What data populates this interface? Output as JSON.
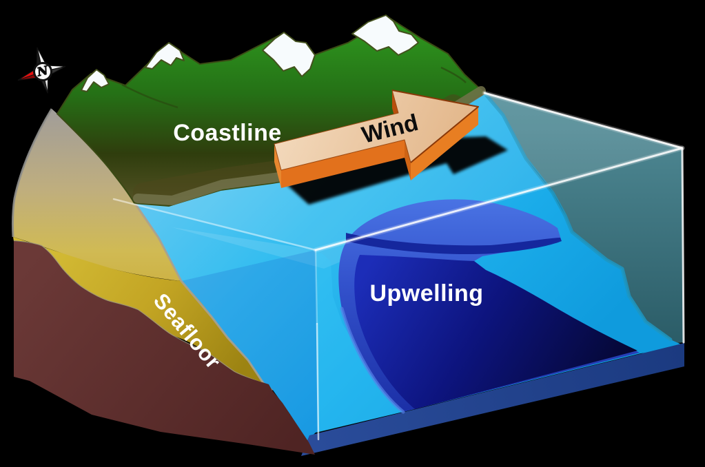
{
  "labels": {
    "coastline": "Coastline",
    "wind": "Wind",
    "upwelling": "Upwelling",
    "seafloor": "Seafloor"
  },
  "compass": {
    "north_label": "N"
  },
  "colors": {
    "background": "#000000",
    "water_surface": "#33bdf0",
    "water_deep": "#0f9bdd",
    "glass_teal_top": "#548f9a",
    "glass_teal_bottom": "#2a5b66",
    "upwelling_rim": "#3352cc",
    "upwelling_core": "#0d147e",
    "upwelling_lip": "#13249a",
    "base_slab": "#21418c",
    "wind_arrow_top": "#eccaa5",
    "wind_arrow_side": "#e2711c",
    "wind_shadow": "#000000",
    "land_green": "#2f9a1f",
    "shore_olive": "#72724a",
    "snow": "#f7fbfd",
    "cliff_gray": "#a19d99",
    "seafloor_sand": "#c3a524",
    "earth_maroon": "#5f2e2c",
    "compass_red": "#e81010",
    "glass_edge_white": "#ffffff"
  }
}
